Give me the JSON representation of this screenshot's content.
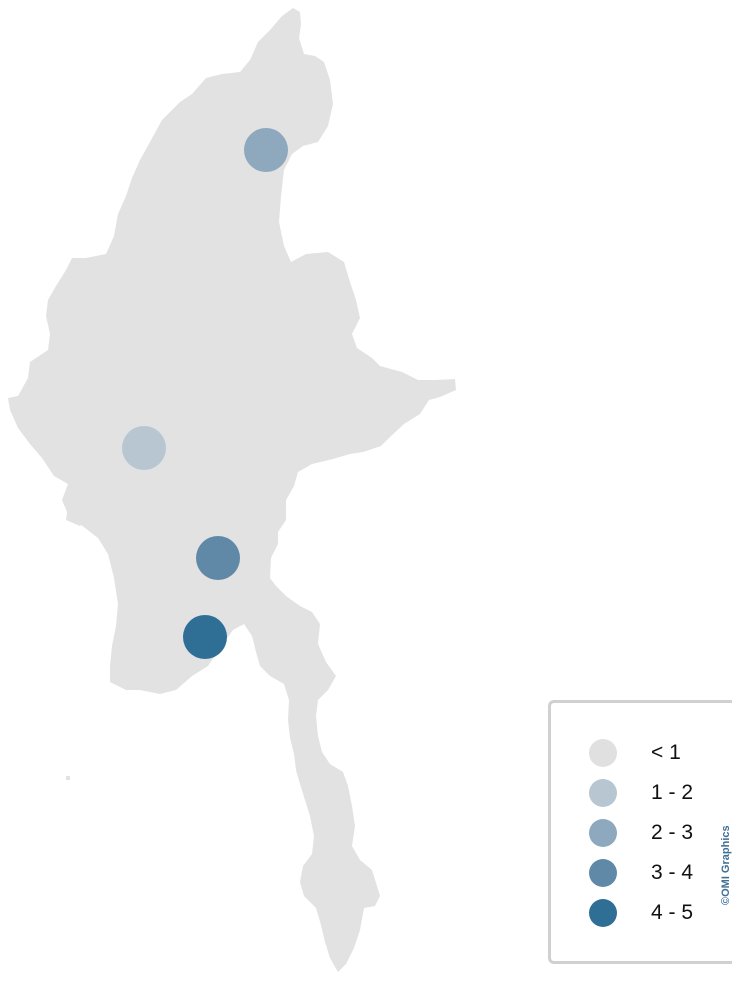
{
  "map": {
    "land_color": "#e2e2e2",
    "markers": [
      {
        "name": "north",
        "class_index": 2
      },
      {
        "name": "west-central",
        "class_index": 1
      },
      {
        "name": "central-south",
        "class_index": 3
      },
      {
        "name": "south",
        "class_index": 4
      }
    ]
  },
  "legend": {
    "items": [
      {
        "label": "< 1",
        "color": "#e0e0e0"
      },
      {
        "label": "1 - 2",
        "color": "#b8c6d2"
      },
      {
        "label": "2 - 3",
        "color": "#8ea8bd"
      },
      {
        "label": "3 - 4",
        "color": "#6089a7"
      },
      {
        "label": "4 - 5",
        "color": "#306f95"
      }
    ]
  },
  "credit": "©OMI Graphics"
}
